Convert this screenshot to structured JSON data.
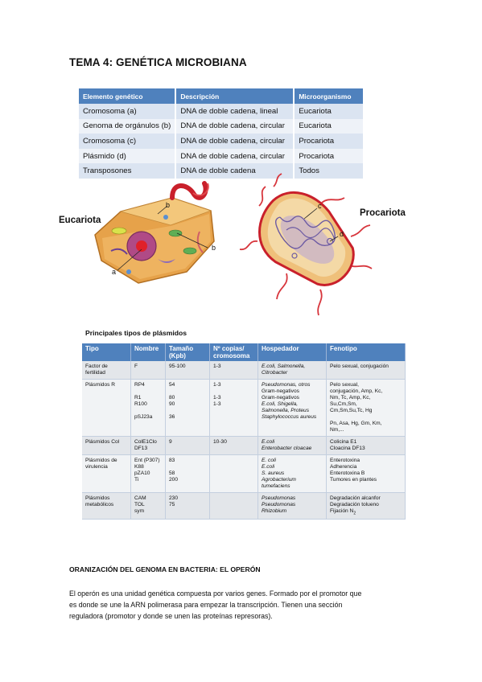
{
  "title": "TEMA 4: GENÉTICA MICROBIANA",
  "table1": {
    "headers": [
      "Elemento genético",
      "Descripción",
      "Microorganismo"
    ],
    "rows": [
      [
        "Cromosoma (a)",
        "DNA de doble cadena, lineal",
        "Eucariota"
      ],
      [
        "Genoma de orgánulos (b)",
        "DNA de doble cadena, circular",
        "Eucariota"
      ],
      [
        "Cromosoma (c)",
        "DNA de doble cadena, circular",
        "Procariota"
      ],
      [
        "Plásmido (d)",
        "DNA de doble cadena, circular",
        "Procariota"
      ],
      [
        "Transposones",
        "DNA de doble cadena",
        "Todos"
      ]
    ]
  },
  "figure": {
    "eukaryote_label": "Eucariota",
    "prokaryote_label": "Procariota",
    "marker_a": "a",
    "marker_b1": "b",
    "marker_b2": "b",
    "marker_c": "c",
    "marker_d": "d",
    "colors": {
      "flagellum": "#c9202b",
      "cell_body": "#e8a640",
      "prokaryote_wall": "#e9b36a",
      "nucleoid": "#7c6fb1"
    }
  },
  "table2": {
    "caption": "Principales tipos de plásmidos",
    "headers": {
      "tipo": "Tipo",
      "nombre": "Nombre",
      "tamano_l1": "Tamaño",
      "tamano_l2": "(Kpb)",
      "copias_l1": "Nº copias/",
      "copias_l2": "cromosoma",
      "hospedador": "Hospedador",
      "fenotipo": "Fenotipo"
    },
    "rows": [
      {
        "tipo": [
          "Factor de",
          "fertilidad"
        ],
        "nombre": [
          "F"
        ],
        "tamano": [
          "95-100"
        ],
        "copias": [
          "1-3"
        ],
        "hospedador": [
          "E.coli, Salmonella,",
          "Citrobacter"
        ],
        "fenotipo": [
          "Pelo sexual, conjugación"
        ]
      },
      {
        "tipo": [
          "Plásmidos R"
        ],
        "nombre": [
          "RP4",
          "",
          "R1",
          "R100",
          "",
          "pSJ23a"
        ],
        "tamano": [
          "54",
          "",
          "80",
          "90",
          "",
          "36"
        ],
        "copias": [
          "1-3",
          "",
          "1-3",
          "1-3",
          "",
          ""
        ],
        "hospedador": [
          "Pseudomonas, otros",
          "Gram-negativos",
          "Gram-negativos",
          "E.coli, Shigella,",
          "Salmonella, Proteus",
          "Staphylococcus aureus"
        ],
        "fenotipo": [
          "Pelo sexual,",
          "conjugación, Amp, Kc,",
          "Nm, Tc, Amp, Kc,",
          "Su,Cm,Sm,",
          "Cm,Sm,Su,Tc, Hg",
          "",
          "Pn, Asa, Hg, Gm, Km,",
          "Nm,..."
        ]
      },
      {
        "tipo": [
          "Plásmidos Col"
        ],
        "nombre": [
          "ColE1Clo",
          "DF13"
        ],
        "tamano": [
          "9"
        ],
        "copias": [
          "10-30"
        ],
        "hospedador": [
          "E.coli",
          "Enterobacter cloacae"
        ],
        "fenotipo": [
          "Colicina E1",
          "Cloacina DF13"
        ]
      },
      {
        "tipo": [
          "Plásmidos de",
          "virulencia"
        ],
        "nombre": [
          "Ent (P307)",
          "K88",
          "pZA10",
          "Ti"
        ],
        "tamano": [
          "83",
          "",
          "58",
          "200"
        ],
        "copias": [],
        "hospedador": [
          "E. coli",
          "E.coli",
          "S. aureus",
          "Agrobacterium",
          "tumefaciens"
        ],
        "fenotipo": [
          "Enterotoxina",
          "Adherencia",
          "Enterotoxina B",
          "Tumores en plantes"
        ]
      },
      {
        "tipo": [
          "Plásmidos",
          "metabólicos"
        ],
        "nombre": [
          "CAM",
          "TOL",
          "sym"
        ],
        "tamano": [
          "230",
          "75"
        ],
        "copias": [],
        "hospedador": [
          "Pseudomonas",
          "Pseudomonas",
          "Rhizobium"
        ],
        "fenotipo": [
          "Degradación alcanfor",
          "Degradación tolueno",
          "Fijación N",
          "2"
        ]
      }
    ]
  },
  "section": {
    "title": "ORANIZACIÓN DEL GENOMA EN BACTERIA: EL OPERÓN",
    "lines": [
      "El operón es una unidad genética compuesta por varios genes. Formado por el promotor que",
      "es donde se une la ARN polimerasa para empezar la transcripción. Tienen una sección",
      "reguladora (promotor y donde se unen las proteínas represoras)."
    ]
  }
}
